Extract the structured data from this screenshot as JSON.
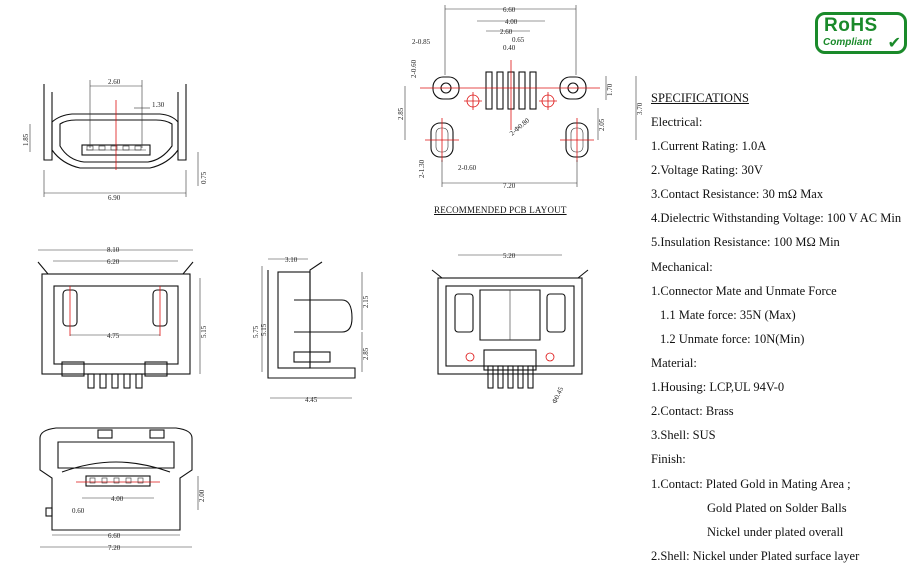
{
  "rohs": {
    "line1": "RoHS",
    "line2": "Compliant"
  },
  "pcb_caption": "RECOMMENDED PCB LAYOUT",
  "dims": {
    "front_260": "2.60",
    "front_130": "1.30",
    "front_185": "1.85",
    "front_075": "0.75",
    "front_690": "6.90",
    "pcb_660": "6.60",
    "pcb_400": "4.00",
    "pcb_260": "2.60",
    "pcb_065": "0.65",
    "pcb_040": "0.40",
    "pcb_085": "2-0.85",
    "pcb_060": "2-0.60",
    "pcb_285": "2.85",
    "pcb_170": "1.70",
    "pcb_370": "3.70",
    "pcb_205": "2.05",
    "pcb_phi": "2-Φ0.80",
    "pcb_130": "2-1.30",
    "pcb_060b": "2-0.60",
    "pcb_720": "7.20",
    "top_810": "8.10",
    "top_620": "6.20",
    "top_475": "4.75",
    "top_515": "5.15",
    "side_310": "3.10",
    "side_575": "5.75",
    "side_515": "5.15",
    "side_215": "2.15",
    "side_285": "2.85",
    "side_445": "4.45",
    "bot_520": "5.20",
    "bot_phi": "Φ0.45",
    "end_400": "4.00",
    "end_200": "2.00",
    "end_060": "0.60",
    "end_660": "6.60",
    "end_720": "7.20"
  },
  "specs": {
    "title": "SPECIFICATIONS",
    "electrical": "Electrical:",
    "e1": "1.Current Rating: 1.0A",
    "e2": "2.Voltage Rating: 30V",
    "e3": "3.Contact Resistance: 30 mΩ Max",
    "e4": "4.Dielectric Withstanding Voltage: 100 V AC Min",
    "e5": "5.Insulation Resistance: 100 MΩ Min",
    "mechanical": "Mechanical:",
    "m1": "1.Connector Mate and Unmate Force",
    "m2": "1.1 Mate force: 35N (Max)",
    "m3": "1.2 Unmate force: 10N(Min)",
    "material": "Material:",
    "t1": "1.Housing: LCP,UL 94V-0",
    "t2": "2.Contact: Brass",
    "t3": "3.Shell: SUS",
    "finish": "Finish:",
    "f1": "1.Contact: Plated Gold in Mating Area ;",
    "f2": "Gold Plated on Solder Balls",
    "f3": "Nickel under plated overall",
    "f4": "2.Shell: Nickel under Plated surface layer"
  }
}
